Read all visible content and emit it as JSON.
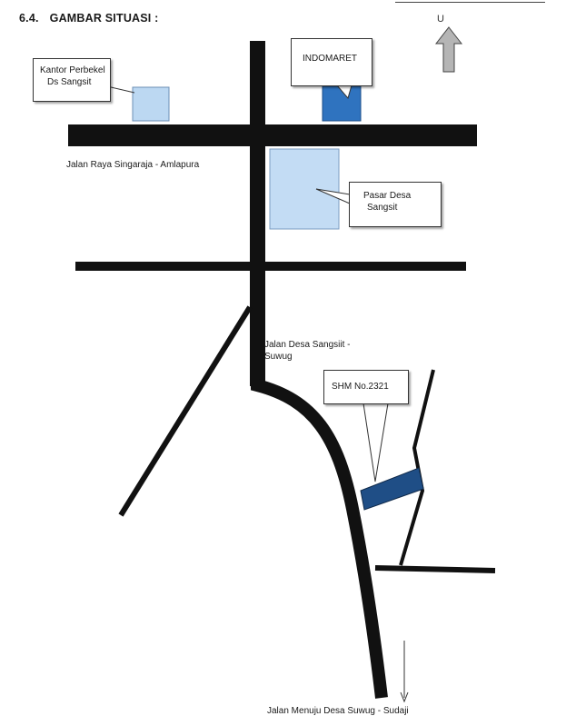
{
  "heading": {
    "number": "6.4.",
    "title": "GAMBAR SITUASI :"
  },
  "north": {
    "label": "U"
  },
  "roads": {
    "main_road": "Jalan Raya Singaraja - Amlapura",
    "village_road_line1": "Jalan Desa Sangsiit -",
    "village_road_line2": "Suwug",
    "south_road": "Jalan Menuju Desa Suwug - Sudaji"
  },
  "landmarks": {
    "kantor_line1": "Kantor Perbekel",
    "kantor_line2": "Ds Sangsit",
    "indomaret": "INDOMARET",
    "pasar_line1": "Pasar Desa",
    "pasar_line2": "Sangsit",
    "parcel": "SHM No.2321"
  },
  "colors": {
    "road": "#111111",
    "kantor_fill": "#bcd8f2",
    "indomaret_fill": "#2f73bf",
    "pasar_fill": "#c3dcf4",
    "parcel_fill": "#1f4e86"
  }
}
